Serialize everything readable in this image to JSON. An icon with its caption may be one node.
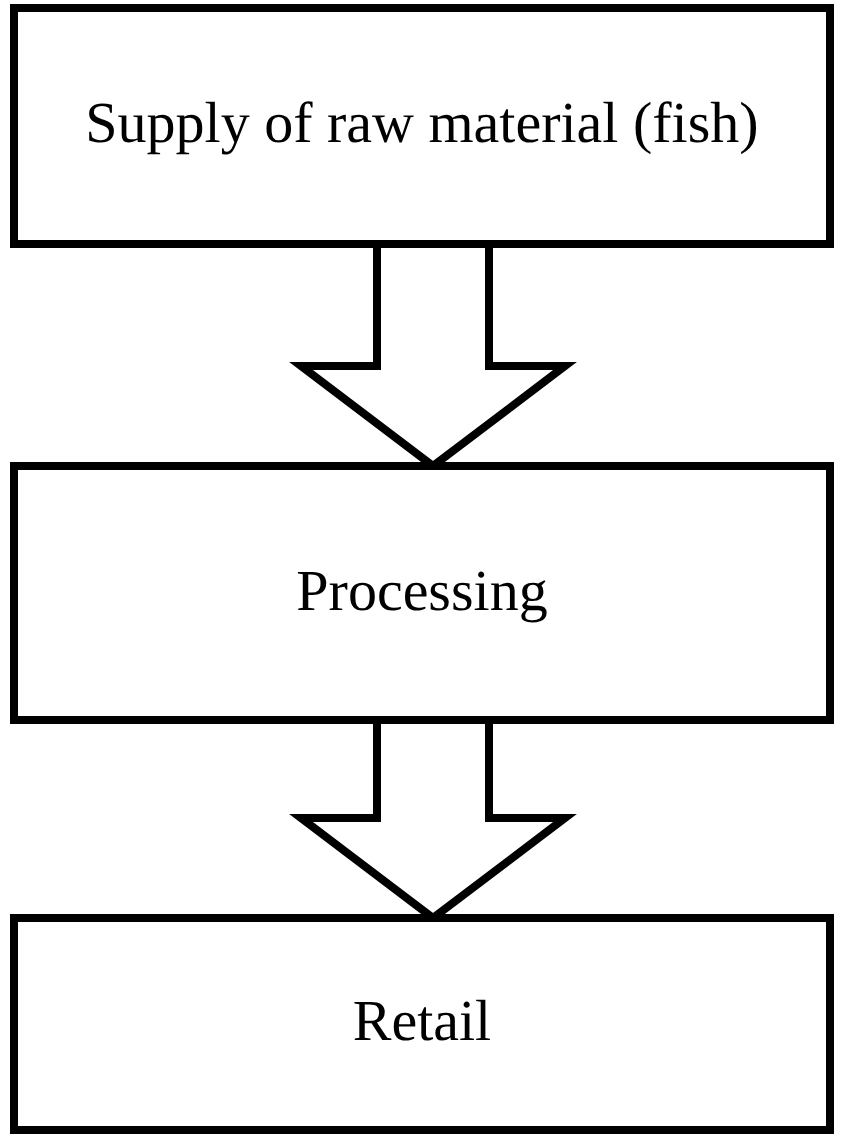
{
  "diagram": {
    "nodes": [
      {
        "text": [
          "Supply of raw material (fish)"
        ]
      },
      {
        "text": [
          "Processing"
        ]
      },
      {
        "text": [
          "Retail"
        ]
      }
    ],
    "edges": [
      {
        "from": 0,
        "to": 1,
        "arrow": "to"
      },
      {
        "from": 1,
        "to": 2,
        "arrow": "to"
      }
    ]
  }
}
